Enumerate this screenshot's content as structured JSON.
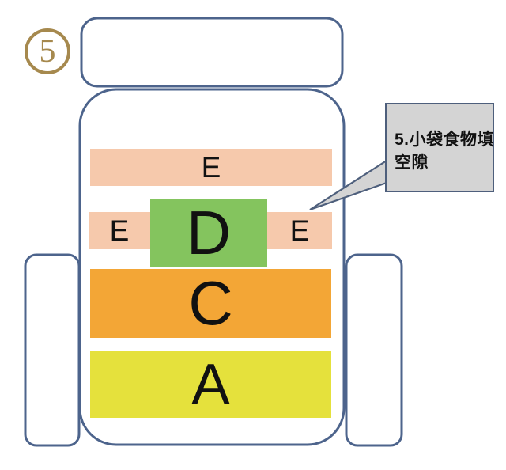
{
  "step_badge": {
    "number": "5"
  },
  "blocks": {
    "e_top": {
      "label": "E"
    },
    "e_mid_left": {
      "label": "E"
    },
    "e_mid_right": {
      "label": "E"
    },
    "d": {
      "label": "D"
    },
    "c": {
      "label": "C"
    },
    "a": {
      "label": "A"
    }
  },
  "callout": {
    "full_text": "5.小袋食物填空隙",
    "line1": "5.小袋食物填",
    "line2": "空隙"
  },
  "colors": {
    "bag_outline": "#4d648c",
    "block_e": "#f6c9ac",
    "block_d": "#84c45e",
    "block_c": "#f3a636",
    "block_a": "#e5e13c",
    "callout_fill": "#d4d4d4",
    "callout_border": "#4e5f7c",
    "step_badge": "#a6894e",
    "letter": "#111111"
  }
}
